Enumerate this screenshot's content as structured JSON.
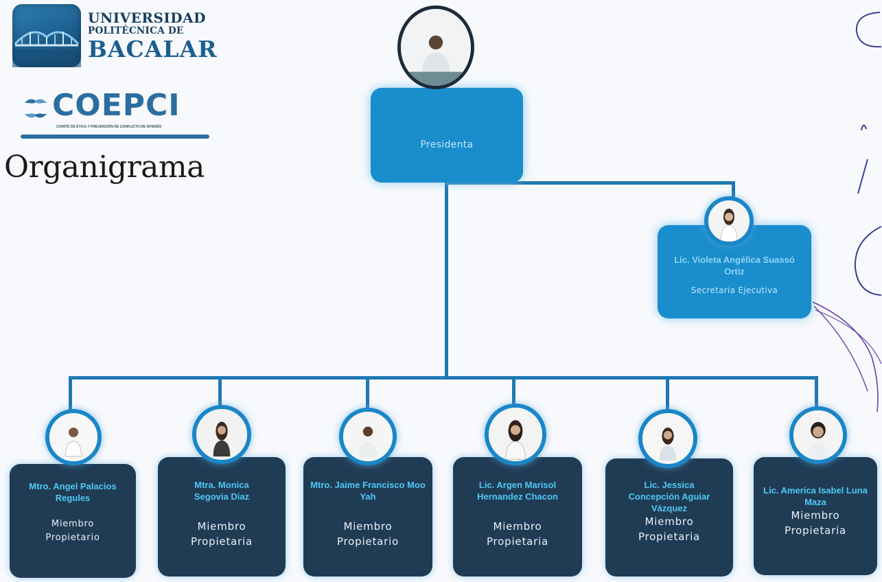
{
  "header": {
    "logo_line1": "UNIVERSIDAD",
    "logo_line2": "POLITÉCNICA DE",
    "logo_line3": "BACALAR",
    "coepci": "COEPCI",
    "coepci_sub": "COMITÉ DE ÉTICA Y PREVENCIÓN DE CONFLICTO DE INTERÉS",
    "title": "Organigrama"
  },
  "president": {
    "name": "",
    "role": "Presidenta"
  },
  "secretary": {
    "name": "Lic. Violeta Angélica Suassó Ortiz",
    "role": "Secretaria Ejecutiva"
  },
  "members": [
    {
      "name": "Mtro. Angel Palacios Regules",
      "role": "Miembro Propietario"
    },
    {
      "name": "Mtra. Monica Segovia Diaz",
      "role": "Miembro Propietaria"
    },
    {
      "name": "Mtro. Jaime Francisco Moo Yah",
      "role": "Miembro Propietario"
    },
    {
      "name": "Lic. Argen Marisol Hernandez Chacon",
      "role": "Miembro Propietaria"
    },
    {
      "name": "Lic. Jessica Concepción Aguiar Vázquez",
      "role": "Miembro Propietaria"
    },
    {
      "name": "Lic. America Isabel Luna Maza",
      "role": "Miembro Propietaria"
    }
  ],
  "colors": {
    "top_card": "#1a8dcc",
    "member_card": "#203c55",
    "connector": "#1f78b2",
    "name_text": "#4ec8f4"
  }
}
